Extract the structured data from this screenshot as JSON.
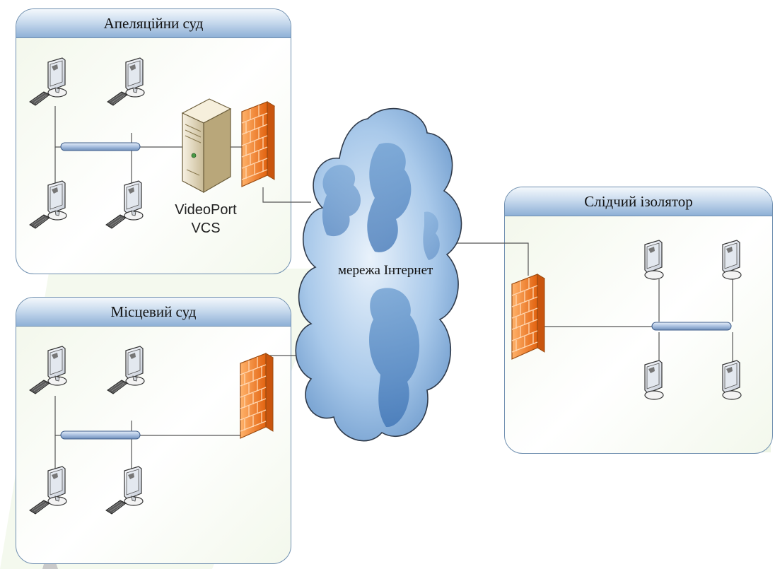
{
  "nodes": {
    "appeal_court": {
      "title": "Апеляційни суд"
    },
    "local_court": {
      "title": "Місцевий суд"
    },
    "detention": {
      "title": "Слідчий ізолятор"
    },
    "server": {
      "line1": "VideoPort",
      "line2": "VCS"
    },
    "internet": {
      "label": "мережа Інтернет"
    }
  },
  "colors": {
    "panel_border": "#6f8fb0",
    "hub": "#a9c0e0",
    "firewall": "#f07a1e",
    "cloud": "#6f9fd1",
    "link": "#555555"
  },
  "icons": [
    "computer-icon",
    "keyboard-icon",
    "hub-icon",
    "server-icon",
    "firewall-icon",
    "cloud-icon"
  ],
  "edges": [
    {
      "from": "appeal_court",
      "to": "internet"
    },
    {
      "from": "local_court",
      "to": "internet"
    },
    {
      "from": "detention",
      "to": "internet"
    }
  ]
}
